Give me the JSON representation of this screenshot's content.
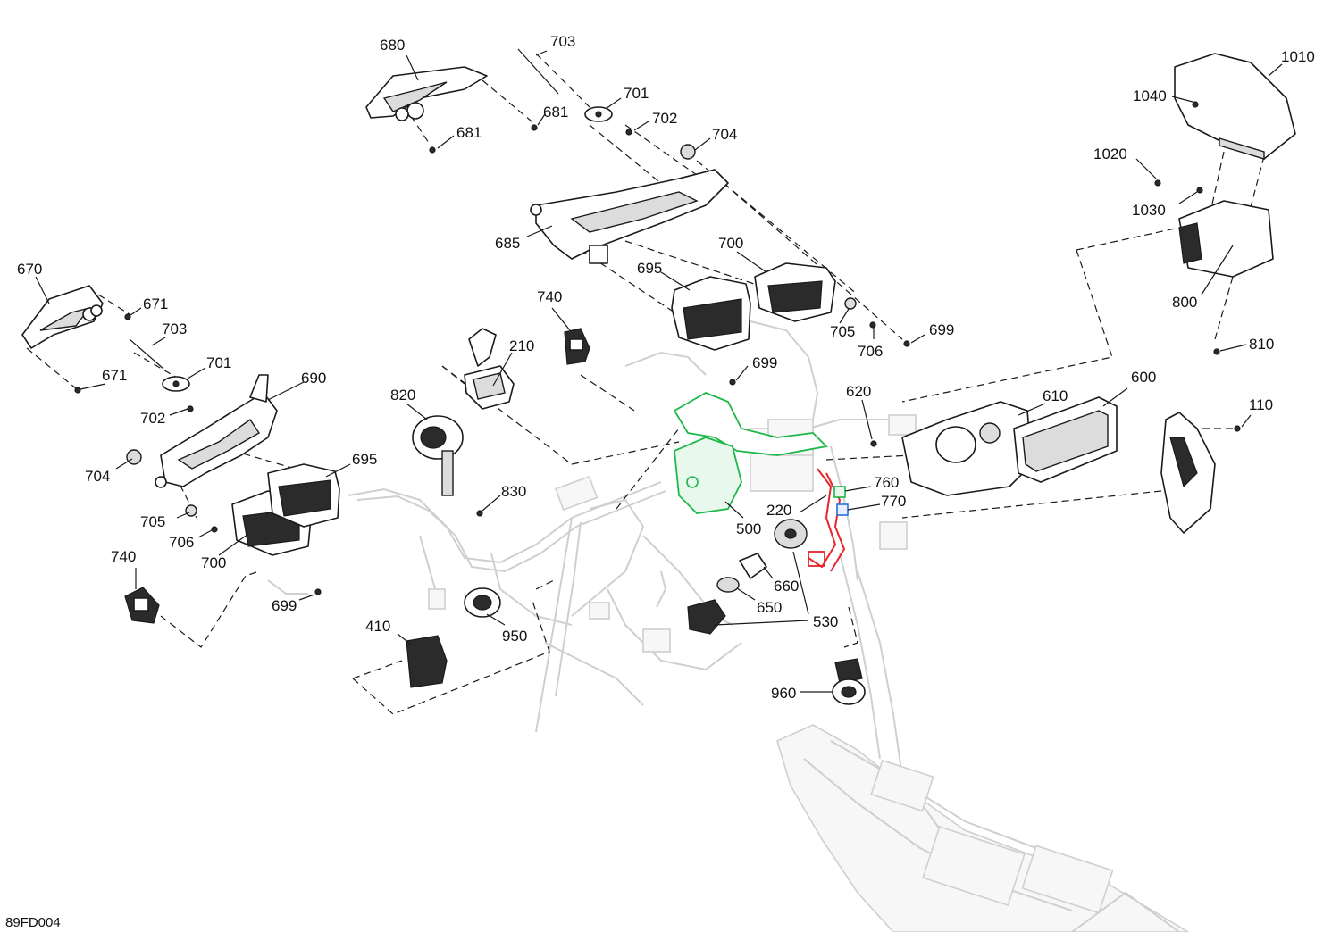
{
  "diagram": {
    "code": "89FD004",
    "accent_colors": {
      "green": "#1fb84a",
      "red": "#e8252b",
      "blue": "#2a6fdb"
    },
    "callouts": {
      "c110": "110",
      "c210": "210",
      "c220": "220",
      "c410": "410",
      "c500": "500",
      "c530": "530",
      "c600": "600",
      "c610": "610",
      "c620": "620",
      "c650": "650",
      "c660": "660",
      "c670": "670",
      "c671a": "671",
      "c671b": "671",
      "c680": "680",
      "c681a": "681",
      "c681b": "681",
      "c685": "685",
      "c690": "690",
      "c695a": "695",
      "c695b": "695",
      "c699a": "699",
      "c699b": "699",
      "c699c": "699",
      "c700a": "700",
      "c700b": "700",
      "c701a": "701",
      "c701b": "701",
      "c702a": "702",
      "c702b": "702",
      "c703a": "703",
      "c703b": "703",
      "c704a": "704",
      "c704b": "704",
      "c705a": "705",
      "c705b": "705",
      "c706a": "706",
      "c706b": "706",
      "c740a": "740",
      "c740b": "740",
      "c760": "760",
      "c770": "770",
      "c800": "800",
      "c810": "810",
      "c820": "820",
      "c830": "830",
      "c950": "950",
      "c960": "960",
      "c1010": "1010",
      "c1020": "1020",
      "c1030": "1030",
      "c1040": "1040"
    }
  }
}
